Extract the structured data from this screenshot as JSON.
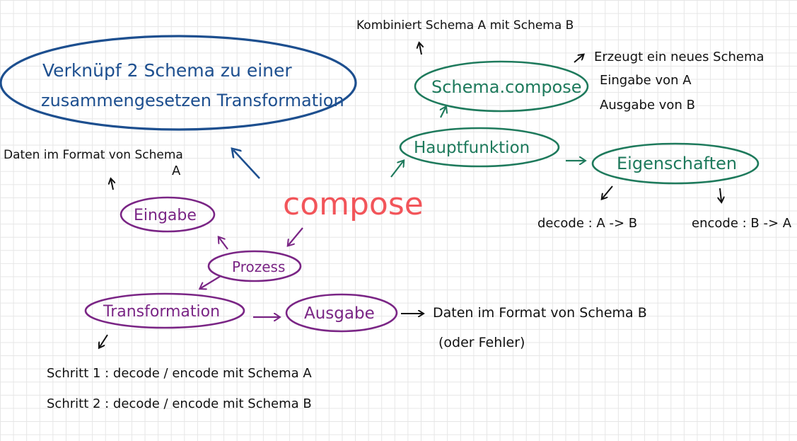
{
  "center": {
    "label": "compose",
    "color": "#f2555a"
  },
  "blue_node": {
    "line1": "Verknüpf 2 Schema zu einer",
    "line2": "zusammengesetzen Transformation",
    "color": "#1d4f8f"
  },
  "purple": {
    "color": "#7a2585",
    "prozess": "Prozess",
    "eingabe": "Eingabe",
    "transformation": "Transformation",
    "ausgabe": "Ausgabe"
  },
  "green": {
    "color": "#1e7a5c",
    "hauptfunktion": "Hauptfunktion",
    "schema_compose": "Schema.compose",
    "eigenschaften": "Eigenschaften"
  },
  "notes": {
    "daten_a_line1": "Daten im Format von Schema",
    "daten_a_line2": "A",
    "daten_b_line1": "Daten im Format von Schema B",
    "daten_b_line2": "(oder Fehler)",
    "schritt1": "Schritt 1 : decode / encode mit Schema A",
    "schritt2": "Schritt 2 : decode / encode mit Schema B",
    "kombiniert": "Kombiniert Schema A mit Schema B",
    "erzeugt1": "Erzeugt ein neues Schema",
    "erzeugt2": "Eingabe von A",
    "erzeugt3": "Ausgabe von B",
    "decode": "decode : A -> B",
    "encode": "encode : B -> A"
  }
}
